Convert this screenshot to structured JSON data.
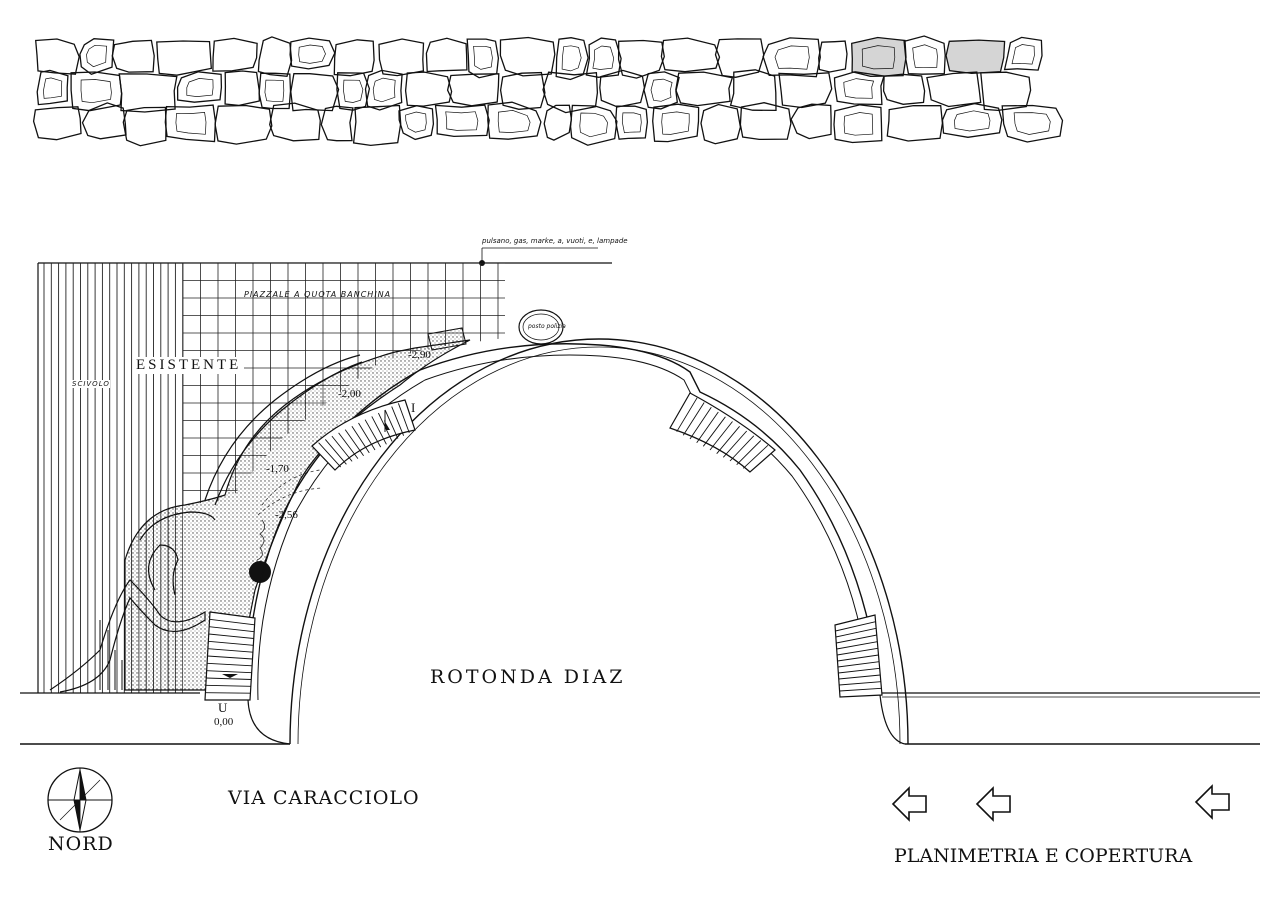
{
  "labels": {
    "annotation": "pulsano, gas, marke, a, vuoti, e, lampade",
    "piazzale": "PIAZZALE A QUOTA BANCHINA",
    "esistente": "ESISTENTE",
    "scivolo": "SCIVOLO",
    "rotonda": "ROTONDA DIAZ",
    "via": "VIA CARACCIOLO",
    "nord": "NORD",
    "title": "PLANIMETRIA E COPERTURA",
    "posto_polizia": "posto polizia",
    "entrance_marker": "I",
    "exit_marker": "U"
  },
  "elevations": [
    "-2,90",
    "-2,00",
    "-1,70",
    "-2,56",
    "0,00"
  ],
  "icons": [
    "north-compass-icon",
    "arrow-left-icon",
    "arrow-left-icon",
    "arrow-left-icon"
  ],
  "colors": {
    "ink": "#111111",
    "paper": "#ffffff",
    "hatch": "#555555"
  }
}
